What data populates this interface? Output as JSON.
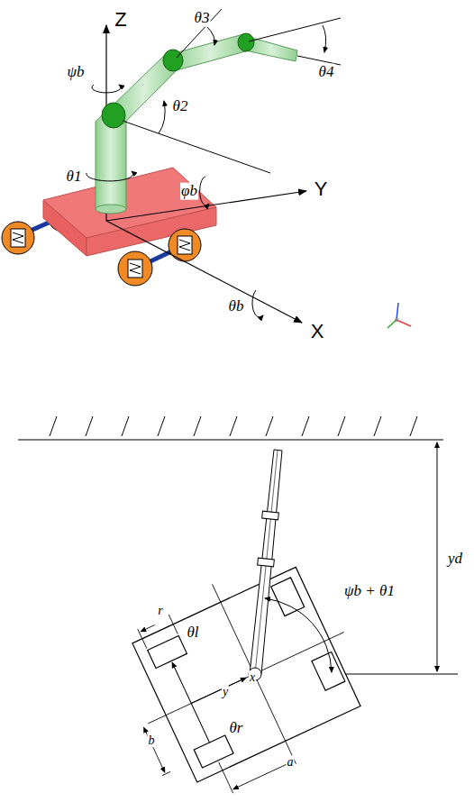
{
  "diagram": {
    "labels": [
      "Z",
      "ψb",
      "θ3",
      "θ4",
      "θ2",
      "θ1",
      "φb",
      "Y",
      "θb",
      "X",
      "ψb + θ1",
      "yd",
      "r",
      "θl",
      "y",
      "x",
      "θr",
      "b",
      "a"
    ]
  }
}
